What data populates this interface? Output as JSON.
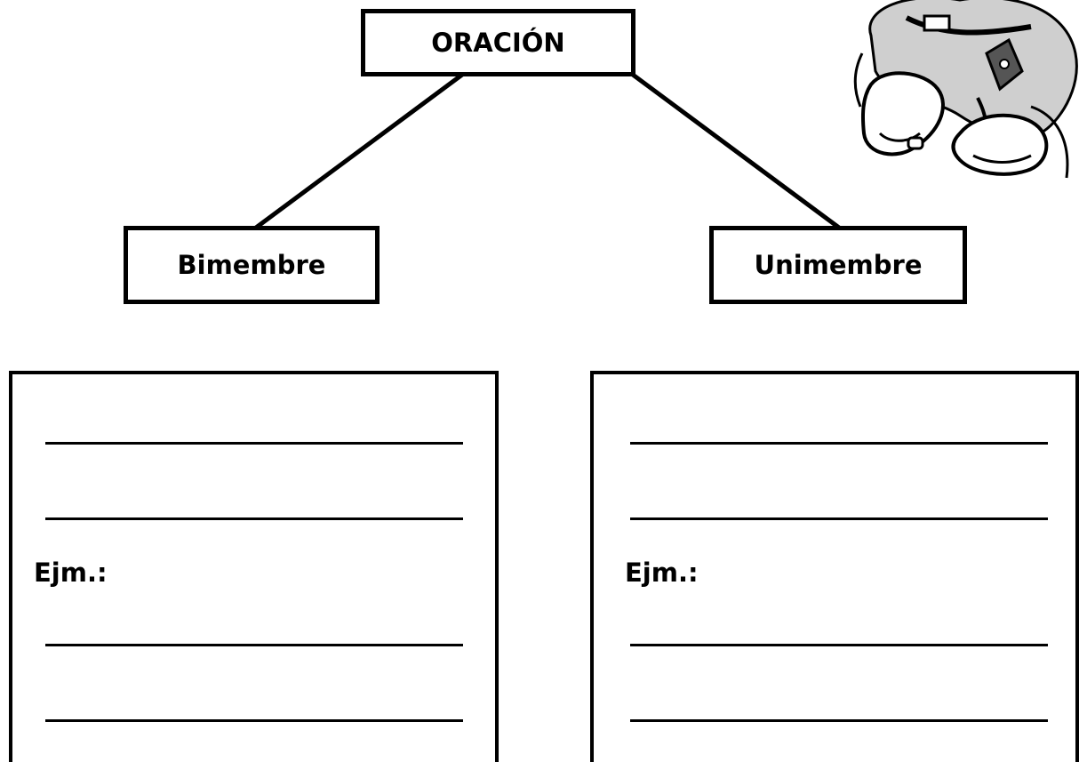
{
  "diagram": {
    "root": {
      "label": "ORACIÓN"
    },
    "children": [
      {
        "label": "Bimembre"
      },
      {
        "label": "Unimembre"
      }
    ]
  },
  "panels": {
    "left": {
      "example_label": "Ejm.:"
    },
    "right": {
      "example_label": "Ejm.:"
    }
  },
  "decoration": {
    "icon": "cartoon-mascot-icon"
  }
}
